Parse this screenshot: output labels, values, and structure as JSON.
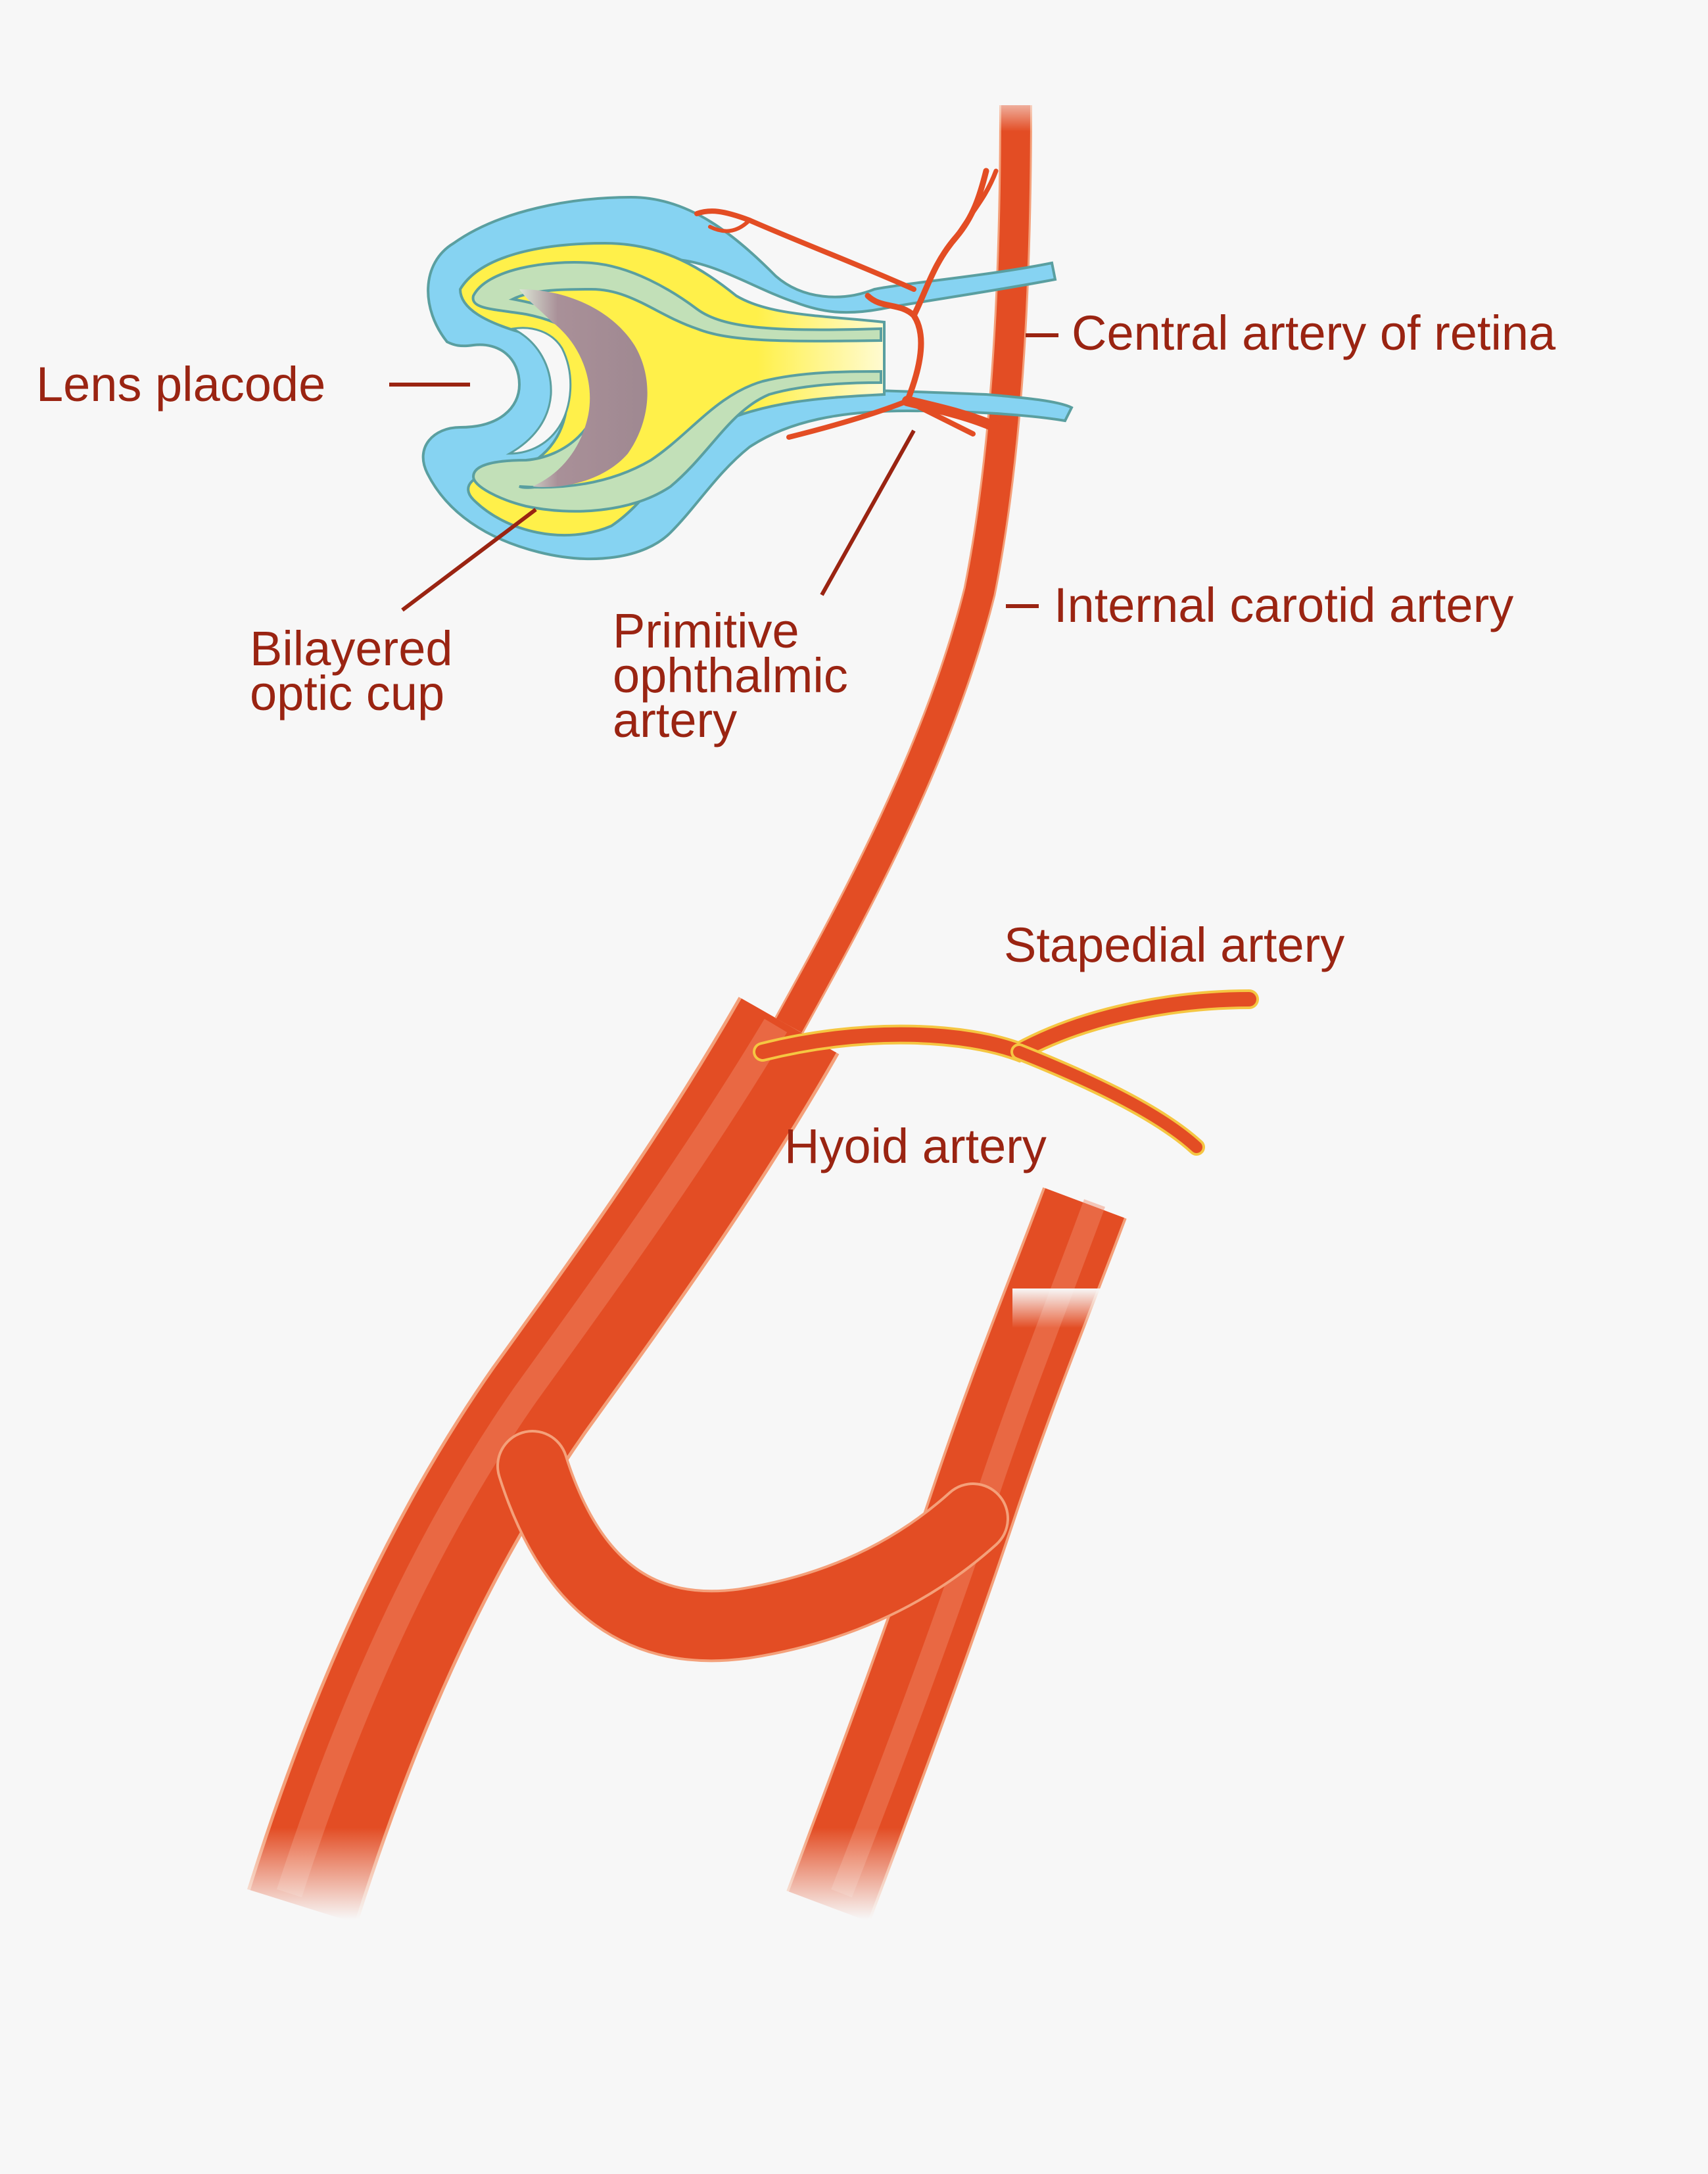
{
  "labels": {
    "lens_placode": "Lens placode",
    "central_artery": "Central artery of retina",
    "internal_carotid": "Internal carotid artery",
    "optic_cup": [
      "Bilayered",
      "optic cup"
    ],
    "primitive_ophthalmic": [
      "Primitive",
      "ophthalmic",
      "artery"
    ],
    "stapedial": "Stapedial artery",
    "hyoid": "Hyoid artery"
  },
  "colors": {
    "background": "#f7f7f7",
    "artery": "#e34d24",
    "artery_highlight": "#f08a6a",
    "artery_outline": "#f4a07a",
    "vessel_yellow_rim": "#f5c642",
    "ectoderm_blue": "#86d3f2",
    "optic_cup_green": "#c2e0b8",
    "lens_yellow": "#fff04a",
    "vitreous_mauve": "#a99098",
    "label_text": "#9a2412"
  }
}
